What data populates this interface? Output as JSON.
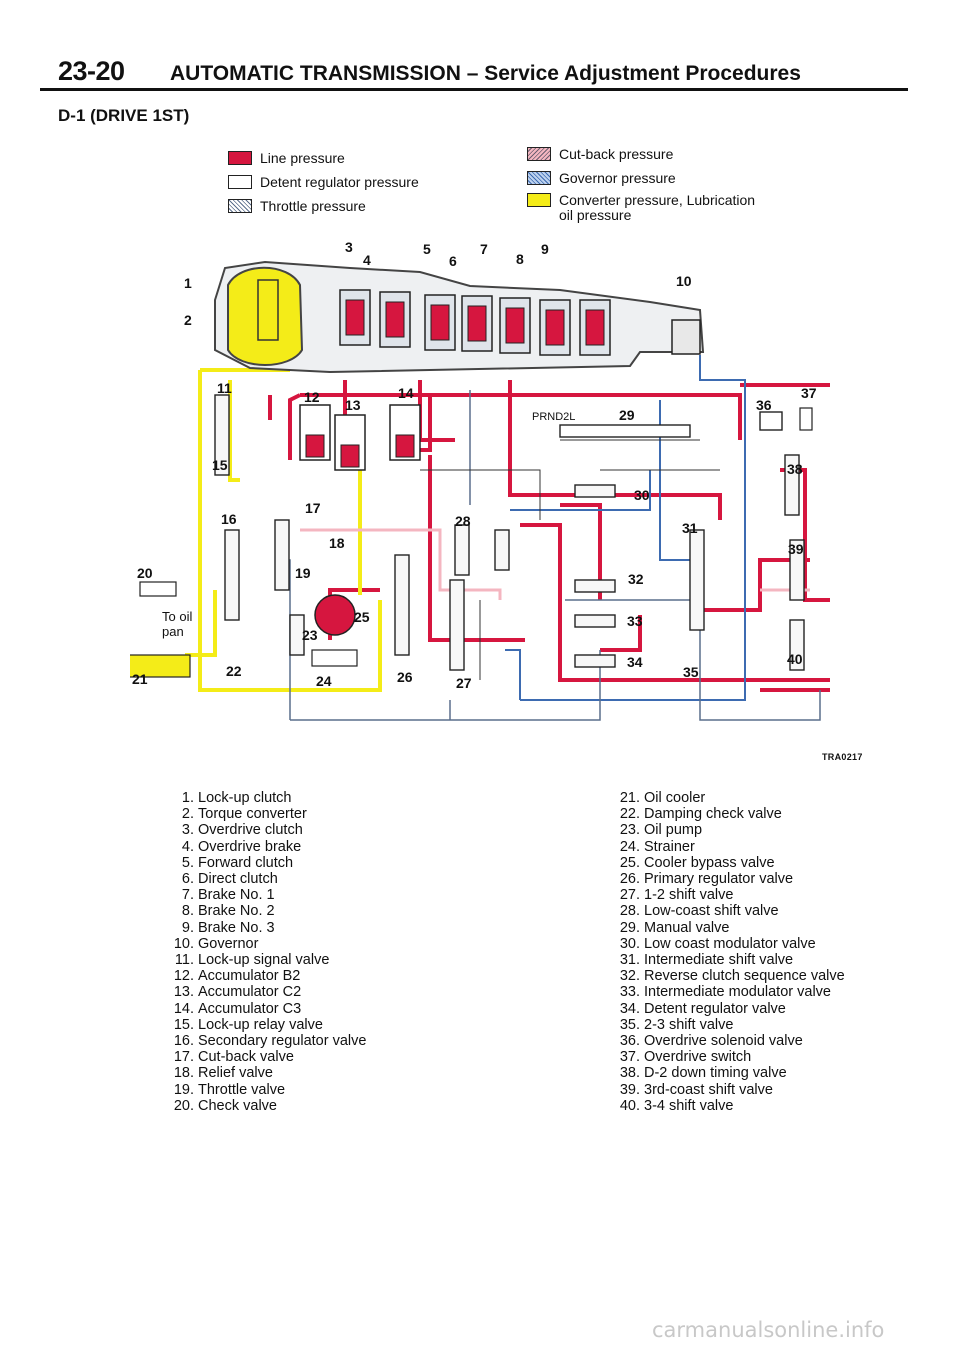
{
  "header": {
    "page_number": "23-20",
    "chapter_title": "AUTOMATIC TRANSMISSION – Service Adjustment Procedures"
  },
  "section_title": "D-1 (DRIVE 1ST)",
  "legend": {
    "left": [
      {
        "label": "Line pressure",
        "swatch": "line",
        "color": "#d6163f"
      },
      {
        "label": "Detent regulator pressure",
        "swatch": "detent",
        "color": "#ffffff"
      },
      {
        "label": "Throttle pressure",
        "swatch": "throttle",
        "color": "#5a6e8c"
      }
    ],
    "right": [
      {
        "label": "Cut-back pressure",
        "swatch": "cutback",
        "color": "#f4b6c0"
      },
      {
        "label": "Governor pressure",
        "swatch": "governor",
        "color": "#3d6bb1"
      },
      {
        "label": "Converter pressure, Lubrication",
        "label_line2": "oil pressure",
        "swatch": "converter",
        "color": "#f4ec18"
      }
    ]
  },
  "diagram": {
    "callouts": [
      "1",
      "2",
      "3",
      "4",
      "5",
      "6",
      "7",
      "8",
      "9",
      "10",
      "11",
      "12",
      "13",
      "14",
      "15",
      "16",
      "17",
      "18",
      "19",
      "20",
      "21",
      "22",
      "23",
      "24",
      "25",
      "26",
      "27",
      "28",
      "29",
      "30",
      "31",
      "32",
      "33",
      "34",
      "35",
      "36",
      "37",
      "38",
      "39",
      "40"
    ],
    "inline_labels": {
      "manual_valve_positions": "PRND2L",
      "to_oil_pan": "To oil",
      "to_oil_pan_line2": "pan"
    },
    "figure_id": "TRA0217",
    "colors": {
      "line": "#d6163f",
      "converter": "#f4ec18",
      "governor": "#3d6bb1",
      "throttle": "#5a6e8c",
      "cutback": "#f4b6c0",
      "housing": "#444444"
    }
  },
  "parts": [
    {
      "no": "1.",
      "name": "Lock-up clutch"
    },
    {
      "no": "2.",
      "name": "Torque converter"
    },
    {
      "no": "3.",
      "name": "Overdrive clutch"
    },
    {
      "no": "4.",
      "name": "Overdrive brake"
    },
    {
      "no": "5.",
      "name": "Forward clutch"
    },
    {
      "no": "6.",
      "name": "Direct clutch"
    },
    {
      "no": "7.",
      "name": "Brake No. 1"
    },
    {
      "no": "8.",
      "name": "Brake No. 2"
    },
    {
      "no": "9.",
      "name": "Brake No. 3"
    },
    {
      "no": "10.",
      "name": "Governor"
    },
    {
      "no": "11.",
      "name": "Lock-up signal valve"
    },
    {
      "no": "12.",
      "name": "Accumulator B2"
    },
    {
      "no": "13.",
      "name": "Accumulator C2"
    },
    {
      "no": "14.",
      "name": "Accumulator C3"
    },
    {
      "no": "15.",
      "name": "Lock-up relay valve"
    },
    {
      "no": "16.",
      "name": "Secondary regulator valve"
    },
    {
      "no": "17.",
      "name": "Cut-back valve"
    },
    {
      "no": "18.",
      "name": "Relief valve"
    },
    {
      "no": "19.",
      "name": "Throttle valve"
    },
    {
      "no": "20.",
      "name": "Check valve"
    },
    {
      "no": "21.",
      "name": "Oil cooler"
    },
    {
      "no": "22.",
      "name": "Damping check valve"
    },
    {
      "no": "23.",
      "name": "Oil pump"
    },
    {
      "no": "24.",
      "name": "Strainer"
    },
    {
      "no": "25.",
      "name": "Cooler bypass valve"
    },
    {
      "no": "26.",
      "name": "Primary regulator valve"
    },
    {
      "no": "27.",
      "name": "1-2 shift valve"
    },
    {
      "no": "28.",
      "name": "Low-coast shift valve"
    },
    {
      "no": "29.",
      "name": "Manual valve"
    },
    {
      "no": "30.",
      "name": "Low coast modulator valve"
    },
    {
      "no": "31.",
      "name": "Intermediate shift valve"
    },
    {
      "no": "32.",
      "name": "Reverse clutch sequence valve"
    },
    {
      "no": "33.",
      "name": "Intermediate modulator valve"
    },
    {
      "no": "34.",
      "name": "Detent regulator valve"
    },
    {
      "no": "35.",
      "name": "2-3 shift valve"
    },
    {
      "no": "36.",
      "name": "Overdrive solenoid valve"
    },
    {
      "no": "37.",
      "name": "Overdrive switch"
    },
    {
      "no": "38.",
      "name": "D-2 down timing valve"
    },
    {
      "no": "39.",
      "name": "3rd-coast shift valve"
    },
    {
      "no": "40.",
      "name": "3-4 shift valve"
    }
  ],
  "watermark": "carmanualsonline.info"
}
